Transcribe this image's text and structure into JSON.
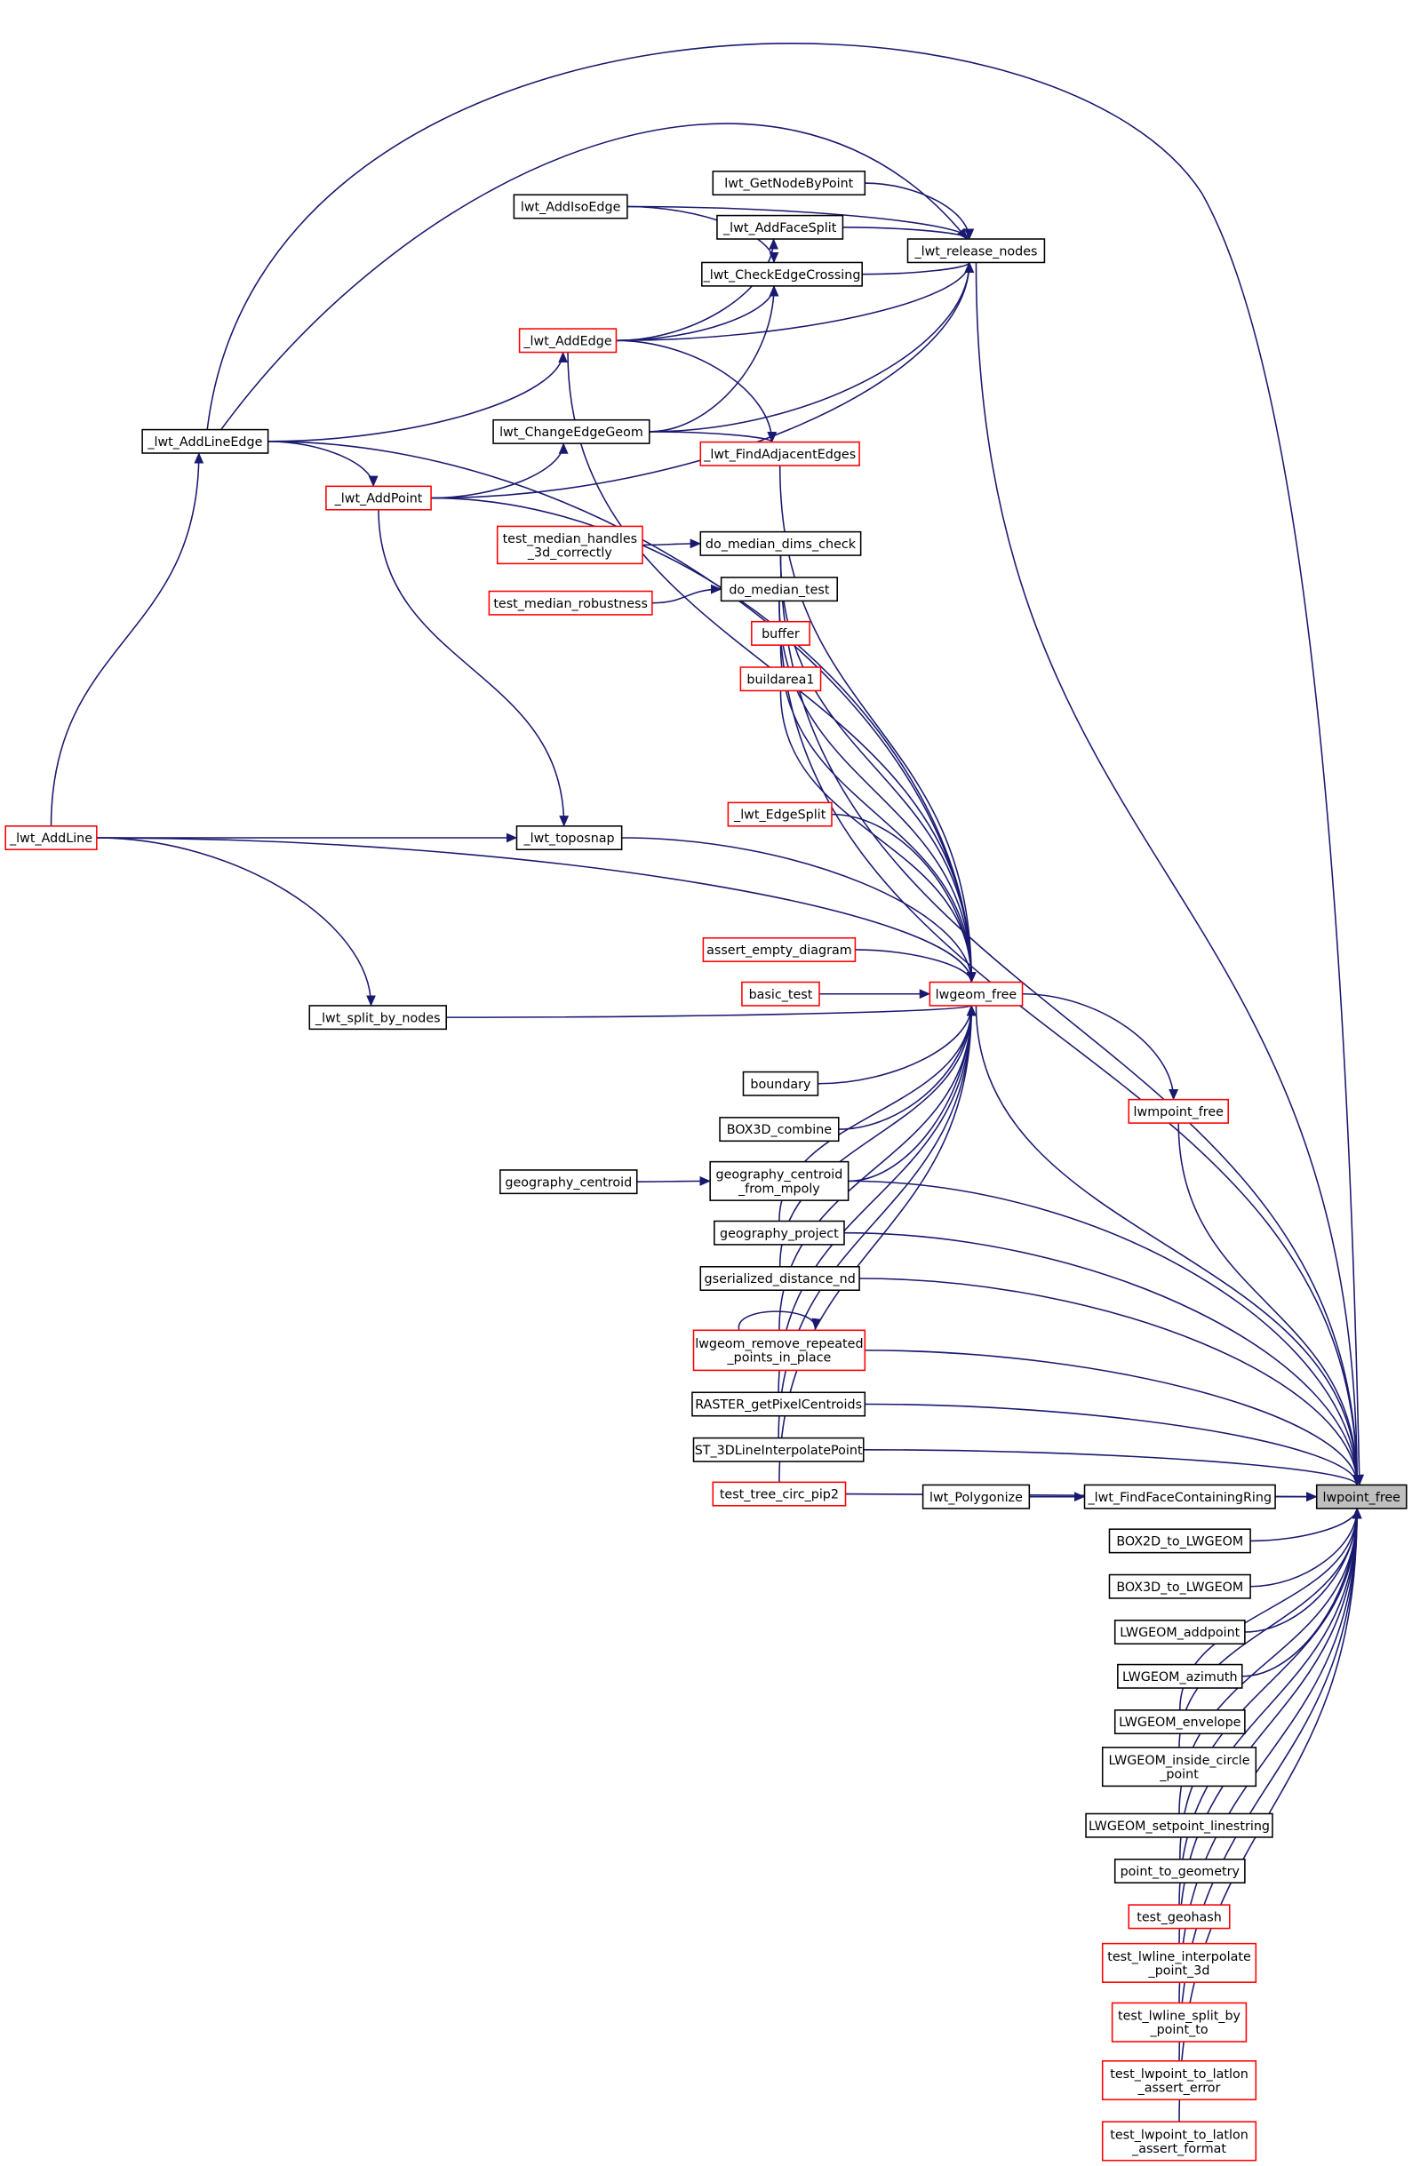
{
  "colors": {
    "edge": "#191970",
    "caller_red": "#ff0000",
    "normal": "#000000",
    "focus_fill": "#bfbfbf"
  },
  "nodes": [
    {
      "id": "lwt_GetNodeByPoint",
      "lines": [
        "lwt_GetNodeByPoint"
      ],
      "border": "normal"
    },
    {
      "id": "lwt_AddIsoEdge",
      "lines": [
        "lwt_AddIsoEdge"
      ],
      "border": "normal"
    },
    {
      "id": "_lwt_AddFaceSplit",
      "lines": [
        "_lwt_AddFaceSplit"
      ],
      "border": "normal"
    },
    {
      "id": "_lwt_release_nodes",
      "lines": [
        "_lwt_release_nodes"
      ],
      "border": "normal"
    },
    {
      "id": "_lwt_CheckEdgeCrossing",
      "lines": [
        "_lwt_CheckEdgeCrossing"
      ],
      "border": "normal"
    },
    {
      "id": "_lwt_AddEdge",
      "lines": [
        "_lwt_AddEdge"
      ],
      "border": "red"
    },
    {
      "id": "_lwt_AddLineEdge",
      "lines": [
        "_lwt_AddLineEdge"
      ],
      "border": "normal"
    },
    {
      "id": "lwt_ChangeEdgeGeom",
      "lines": [
        "lwt_ChangeEdgeGeom"
      ],
      "border": "normal"
    },
    {
      "id": "_lwt_FindAdjacentEdges",
      "lines": [
        "_lwt_FindAdjacentEdges"
      ],
      "border": "red"
    },
    {
      "id": "_lwt_AddPoint",
      "lines": [
        "_lwt_AddPoint"
      ],
      "border": "red"
    },
    {
      "id": "test_median_handles_3d_correctly",
      "lines": [
        "test_median_handles",
        "_3d_correctly"
      ],
      "border": "red"
    },
    {
      "id": "do_median_dims_check",
      "lines": [
        "do_median_dims_check"
      ],
      "border": "normal"
    },
    {
      "id": "test_median_robustness",
      "lines": [
        "test_median_robustness"
      ],
      "border": "red"
    },
    {
      "id": "do_median_test",
      "lines": [
        "do_median_test"
      ],
      "border": "normal"
    },
    {
      "id": "buffer",
      "lines": [
        "buffer"
      ],
      "border": "red"
    },
    {
      "id": "buildarea1",
      "lines": [
        "buildarea1"
      ],
      "border": "red"
    },
    {
      "id": "_lwt_EdgeSplit",
      "lines": [
        "_lwt_EdgeSplit"
      ],
      "border": "red"
    },
    {
      "id": "_lwt_toposnap",
      "lines": [
        "_lwt_toposnap"
      ],
      "border": "normal"
    },
    {
      "id": "_lwt_AddLine",
      "lines": [
        "_lwt_AddLine"
      ],
      "border": "red"
    },
    {
      "id": "assert_empty_diagram",
      "lines": [
        "assert_empty_diagram"
      ],
      "border": "red"
    },
    {
      "id": "basic_test",
      "lines": [
        "basic_test"
      ],
      "border": "red"
    },
    {
      "id": "lwgeom_free",
      "lines": [
        "lwgeom_free"
      ],
      "border": "red"
    },
    {
      "id": "_lwt_split_by_nodes",
      "lines": [
        "_lwt_split_by_nodes"
      ],
      "border": "normal"
    },
    {
      "id": "boundary",
      "lines": [
        "boundary"
      ],
      "border": "normal"
    },
    {
      "id": "lwmpoint_free",
      "lines": [
        "lwmpoint_free"
      ],
      "border": "red"
    },
    {
      "id": "BOX3D_combine",
      "lines": [
        "BOX3D_combine"
      ],
      "border": "normal"
    },
    {
      "id": "geography_centroid_from_mpoly",
      "lines": [
        "geography_centroid",
        "_from_mpoly"
      ],
      "border": "normal"
    },
    {
      "id": "geography_centroid",
      "lines": [
        "geography_centroid"
      ],
      "border": "normal"
    },
    {
      "id": "geography_project",
      "lines": [
        "geography_project"
      ],
      "border": "normal"
    },
    {
      "id": "gserialized_distance_nd",
      "lines": [
        "gserialized_distance_nd"
      ],
      "border": "normal"
    },
    {
      "id": "lwgeom_remove_repeated_points_in_place",
      "lines": [
        "lwgeom_remove_repeated",
        "_points_in_place"
      ],
      "border": "red"
    },
    {
      "id": "RASTER_getPixelCentroids",
      "lines": [
        "RASTER_getPixelCentroids"
      ],
      "border": "normal"
    },
    {
      "id": "ST_3DLineInterpolatePoint",
      "lines": [
        "ST_3DLineInterpolatePoint"
      ],
      "border": "normal"
    },
    {
      "id": "test_tree_circ_pip2",
      "lines": [
        "test_tree_circ_pip2"
      ],
      "border": "red"
    },
    {
      "id": "lwt_Polygonize",
      "lines": [
        "lwt_Polygonize"
      ],
      "border": "normal"
    },
    {
      "id": "_lwt_FindFaceContainingRing",
      "lines": [
        "_lwt_FindFaceContainingRing"
      ],
      "border": "normal"
    },
    {
      "id": "lwpoint_free",
      "lines": [
        "lwpoint_free"
      ],
      "border": "focus"
    },
    {
      "id": "BOX2D_to_LWGEOM",
      "lines": [
        "BOX2D_to_LWGEOM"
      ],
      "border": "normal"
    },
    {
      "id": "BOX3D_to_LWGEOM",
      "lines": [
        "BOX3D_to_LWGEOM"
      ],
      "border": "normal"
    },
    {
      "id": "LWGEOM_addpoint",
      "lines": [
        "LWGEOM_addpoint"
      ],
      "border": "normal"
    },
    {
      "id": "LWGEOM_azimuth",
      "lines": [
        "LWGEOM_azimuth"
      ],
      "border": "normal"
    },
    {
      "id": "LWGEOM_envelope",
      "lines": [
        "LWGEOM_envelope"
      ],
      "border": "normal"
    },
    {
      "id": "LWGEOM_inside_circle_point",
      "lines": [
        "LWGEOM_inside_circle",
        "_point"
      ],
      "border": "normal"
    },
    {
      "id": "LWGEOM_setpoint_linestring",
      "lines": [
        "LWGEOM_setpoint_linestring"
      ],
      "border": "normal"
    },
    {
      "id": "point_to_geometry",
      "lines": [
        "point_to_geometry"
      ],
      "border": "normal"
    },
    {
      "id": "test_geohash",
      "lines": [
        "test_geohash"
      ],
      "border": "red"
    },
    {
      "id": "test_lwline_interpolate_point_3d",
      "lines": [
        "test_lwline_interpolate",
        "_point_3d"
      ],
      "border": "red"
    },
    {
      "id": "test_lwline_split_by_point_to",
      "lines": [
        "test_lwline_split_by",
        "_point_to"
      ],
      "border": "red"
    },
    {
      "id": "test_lwpoint_to_latlon_assert_error",
      "lines": [
        "test_lwpoint_to_latlon",
        "_assert_error"
      ],
      "border": "red"
    },
    {
      "id": "test_lwpoint_to_latlon_assert_format",
      "lines": [
        "test_lwpoint_to_latlon",
        "_assert_format"
      ],
      "border": "red"
    }
  ],
  "edges": [
    [
      "_lwt_release_nodes",
      "lwpoint_free"
    ],
    [
      "_lwt_AddLineEdge",
      "lwpoint_free"
    ],
    [
      "do_median_dims_check",
      "lwpoint_free"
    ],
    [
      "do_median_test",
      "lwpoint_free"
    ],
    [
      "lwgeom_free",
      "lwpoint_free"
    ],
    [
      "lwmpoint_free",
      "lwpoint_free"
    ],
    [
      "geography_centroid_from_mpoly",
      "lwpoint_free"
    ],
    [
      "geography_project",
      "lwpoint_free"
    ],
    [
      "gserialized_distance_nd",
      "lwpoint_free"
    ],
    [
      "lwgeom_remove_repeated_points_in_place",
      "lwpoint_free"
    ],
    [
      "RASTER_getPixelCentroids",
      "lwpoint_free"
    ],
    [
      "ST_3DLineInterpolatePoint",
      "lwpoint_free"
    ],
    [
      "test_tree_circ_pip2",
      "lwpoint_free"
    ],
    [
      "_lwt_FindFaceContainingRing",
      "lwpoint_free"
    ],
    [
      "BOX2D_to_LWGEOM",
      "lwpoint_free"
    ],
    [
      "BOX3D_to_LWGEOM",
      "lwpoint_free"
    ],
    [
      "LWGEOM_addpoint",
      "lwpoint_free"
    ],
    [
      "LWGEOM_azimuth",
      "lwpoint_free"
    ],
    [
      "LWGEOM_envelope",
      "lwpoint_free"
    ],
    [
      "LWGEOM_inside_circle_point",
      "lwpoint_free"
    ],
    [
      "LWGEOM_setpoint_linestring",
      "lwpoint_free"
    ],
    [
      "point_to_geometry",
      "lwpoint_free"
    ],
    [
      "test_geohash",
      "lwpoint_free"
    ],
    [
      "test_lwline_interpolate_point_3d",
      "lwpoint_free"
    ],
    [
      "test_lwline_split_by_point_to",
      "lwpoint_free"
    ],
    [
      "test_lwpoint_to_latlon_assert_error",
      "lwpoint_free"
    ],
    [
      "test_lwpoint_to_latlon_assert_format",
      "lwpoint_free"
    ],
    [
      "lwt_GetNodeByPoint",
      "_lwt_release_nodes"
    ],
    [
      "lwt_AddIsoEdge",
      "_lwt_release_nodes"
    ],
    [
      "_lwt_AddFaceSplit",
      "_lwt_release_nodes"
    ],
    [
      "_lwt_CheckEdgeCrossing",
      "_lwt_release_nodes"
    ],
    [
      "_lwt_AddEdge",
      "_lwt_release_nodes"
    ],
    [
      "_lwt_AddLineEdge",
      "_lwt_release_nodes"
    ],
    [
      "lwt_ChangeEdgeGeom",
      "_lwt_release_nodes"
    ],
    [
      "_lwt_AddPoint",
      "_lwt_release_nodes"
    ],
    [
      "_lwt_AddEdge",
      "_lwt_AddFaceSplit"
    ],
    [
      "lwt_AddIsoEdge",
      "_lwt_CheckEdgeCrossing"
    ],
    [
      "_lwt_AddEdge",
      "_lwt_CheckEdgeCrossing"
    ],
    [
      "lwt_ChangeEdgeGeom",
      "_lwt_CheckEdgeCrossing"
    ],
    [
      "_lwt_AddLineEdge",
      "_lwt_AddEdge"
    ],
    [
      "_lwt_AddEdge",
      "_lwt_FindAdjacentEdges"
    ],
    [
      "lwt_ChangeEdgeGeom",
      "_lwt_FindAdjacentEdges"
    ],
    [
      "_lwt_AddPoint",
      "lwt_ChangeEdgeGeom"
    ],
    [
      "_lwt_AddLineEdge",
      "_lwt_AddPoint"
    ],
    [
      "_lwt_AddPoint",
      "_lwt_toposnap"
    ],
    [
      "_lwt_AddLine",
      "_lwt_toposnap"
    ],
    [
      "_lwt_AddLine",
      "_lwt_AddLineEdge"
    ],
    [
      "_lwt_AddLine",
      "_lwt_split_by_nodes"
    ],
    [
      "test_median_handles_3d_correctly",
      "do_median_dims_check"
    ],
    [
      "test_median_robustness",
      "do_median_test"
    ],
    [
      "geography_centroid",
      "geography_centroid_from_mpoly"
    ],
    [
      "lwt_Polygonize",
      "_lwt_FindFaceContainingRing"
    ],
    [
      "lwgeom_remove_repeated_points_in_place",
      "lwgeom_remove_repeated_points_in_place"
    ],
    [
      "lwgeom_free",
      "lwmpoint_free"
    ],
    [
      "_lwt_AddEdge",
      "lwgeom_free"
    ],
    [
      "_lwt_FindAdjacentEdges",
      "lwgeom_free"
    ],
    [
      "_lwt_AddPoint",
      "lwgeom_free"
    ],
    [
      "_lwt_AddLineEdge",
      "lwgeom_free"
    ],
    [
      "do_median_dims_check",
      "lwgeom_free"
    ],
    [
      "do_median_test",
      "lwgeom_free"
    ],
    [
      "buffer",
      "lwgeom_free"
    ],
    [
      "buildarea1",
      "lwgeom_free"
    ],
    [
      "_lwt_EdgeSplit",
      "lwgeom_free"
    ],
    [
      "_lwt_toposnap",
      "lwgeom_free"
    ],
    [
      "_lwt_AddLine",
      "lwgeom_free"
    ],
    [
      "assert_empty_diagram",
      "lwgeom_free"
    ],
    [
      "basic_test",
      "lwgeom_free"
    ],
    [
      "_lwt_split_by_nodes",
      "lwgeom_free"
    ],
    [
      "boundary",
      "lwgeom_free"
    ],
    [
      "BOX3D_combine",
      "lwgeom_free"
    ],
    [
      "geography_centroid_from_mpoly",
      "lwgeom_free"
    ],
    [
      "geography_project",
      "lwgeom_free"
    ],
    [
      "gserialized_distance_nd",
      "lwgeom_free"
    ],
    [
      "lwgeom_remove_repeated_points_in_place",
      "lwgeom_free"
    ],
    [
      "RASTER_getPixelCentroids",
      "lwgeom_free"
    ],
    [
      "ST_3DLineInterpolatePoint",
      "lwgeom_free"
    ],
    [
      "test_tree_circ_pip2",
      "lwgeom_free"
    ]
  ]
}
